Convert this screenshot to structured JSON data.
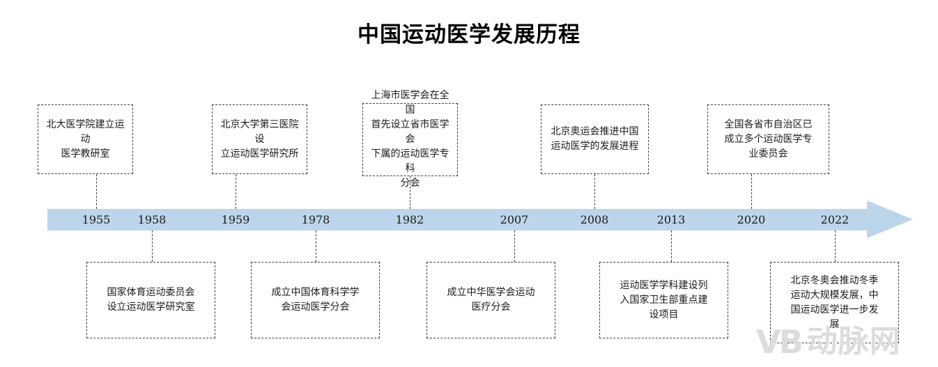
{
  "title": "中国运动医学发展历程",
  "axis": {
    "color": "#bcd5ea",
    "direction": "right-arrow",
    "years": [
      "1955",
      "1958",
      "1959",
      "1978",
      "1982",
      "2007",
      "2008",
      "2013",
      "2020",
      "2022"
    ]
  },
  "events_above": [
    {
      "year": "1955",
      "text": "北大医学院建立运动\n医学教研室"
    },
    {
      "year": "1959",
      "text": "北京大学第三医院设\n立运动医学研究所"
    },
    {
      "year": "1982",
      "text": "上海市医学会在全国\n首先设立省市医学会\n下属的运动医学专科\n分会"
    },
    {
      "year": "2008",
      "text": "北京奥运会推进中国\n运动医学的发展进程"
    },
    {
      "year": "2020",
      "text": "全国各省市自治区已\n成立多个运动医学专\n业委员会"
    }
  ],
  "events_below": [
    {
      "year": "1958",
      "text": "国家体育运动委员会\n设立运动医学研究室"
    },
    {
      "year": "1978",
      "text": "成立中国体育科学学\n会运动医学分会"
    },
    {
      "year": "2007",
      "text": "成立中华医学会运动\n医疗分会"
    },
    {
      "year": "2013",
      "text": "运动医学学科建设列\n入国家卫生部重点建\n设项目"
    },
    {
      "year": "2022",
      "text": "北京冬奥会推动冬季\n运动大规模发展，中\n国运动医学进一步发\n展"
    }
  ],
  "watermark": {
    "mark": "VB",
    "text": "动脉网"
  },
  "chart_data": {
    "type": "timeline",
    "title": "中国运动医学发展历程",
    "orientation": "horizontal",
    "axis_color": "#bcd5ea",
    "milestones": [
      {
        "year": 1955,
        "side": "above",
        "label": "北大医学院建立运动医学教研室"
      },
      {
        "year": 1958,
        "side": "below",
        "label": "国家体育运动委员会设立运动医学研究室"
      },
      {
        "year": 1959,
        "side": "above",
        "label": "北京大学第三医院设立运动医学研究所"
      },
      {
        "year": 1978,
        "side": "below",
        "label": "成立中国体育科学学会运动医学分会"
      },
      {
        "year": 1982,
        "side": "above",
        "label": "上海市医学会在全国首先设立省市医学会下属的运动医学专科分会"
      },
      {
        "year": 2007,
        "side": "below",
        "label": "成立中华医学会运动医疗分会"
      },
      {
        "year": 2008,
        "side": "above",
        "label": "北京奥运会推进中国运动医学的发展进程"
      },
      {
        "year": 2013,
        "side": "below",
        "label": "运动医学学科建设列入国家卫生部重点建设项目"
      },
      {
        "year": 2020,
        "side": "above",
        "label": "全国各省市自治区已成立多个运动医学专业委员会"
      },
      {
        "year": 2022,
        "side": "below",
        "label": "北京冬奥会推动冬季运动大规模发展，中国运动医学进一步发展"
      }
    ]
  }
}
